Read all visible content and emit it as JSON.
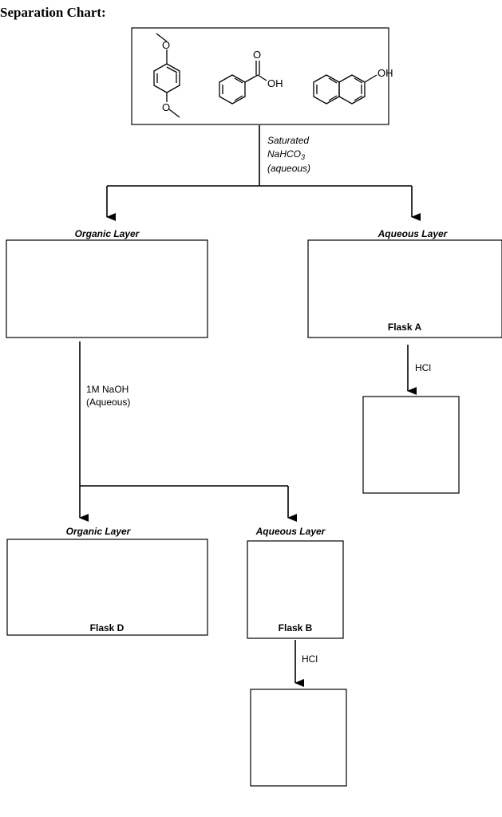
{
  "header": {
    "title": "Separation Chart:"
  },
  "start_mixture": {
    "compounds": [
      {
        "name": "1,4-dimethoxybenzene",
        "atom_labels": [
          "O",
          "O"
        ]
      },
      {
        "name": "benzoic acid",
        "atom_labels": [
          "O",
          "OH"
        ]
      },
      {
        "name": "2-naphthol",
        "atom_labels": [
          "OH"
        ]
      }
    ]
  },
  "step1": {
    "reagent_line1": "Saturated",
    "reagent_line2_main": "NaHCO",
    "reagent_line2_sub": "3",
    "reagent_line3": "(aqueous)"
  },
  "left_branch": {
    "layer_label": "Organic Layer"
  },
  "right_branch": {
    "layer_label": "Aqueous Layer",
    "flask_label": "Flask A",
    "reagent": "HCl"
  },
  "step2": {
    "reagent_line1": "1M NaOH",
    "reagent_line2": "(Aqueous)"
  },
  "bottom_left": {
    "layer_label": "Organic Layer",
    "flask_label": "Flask D"
  },
  "bottom_right": {
    "layer_label": "Aqueous Layer",
    "flask_label": "Flask B",
    "reagent": "HCl"
  },
  "colors": {
    "ink": "#000000",
    "background": "#ffffff"
  }
}
